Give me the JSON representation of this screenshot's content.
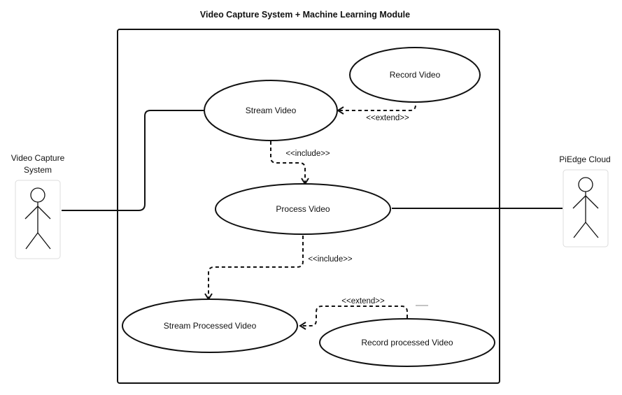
{
  "title": "Video Capture System + Machine Learning Module",
  "actors": {
    "left": [
      "Video Capture",
      "System"
    ],
    "right": "PiEdge Cloud"
  },
  "use_cases": {
    "record_video": "Record Video",
    "stream_video": "Stream Video",
    "process_video": "Process Video",
    "stream_processed_video": "Stream Processed Video",
    "record_processed_video": "Record processed Video"
  },
  "relations": {
    "extend_top": "<<extend>>",
    "include_top": "<<include>>",
    "include_bottom": "<<include>>",
    "extend_bottom": "<<extend>>"
  }
}
